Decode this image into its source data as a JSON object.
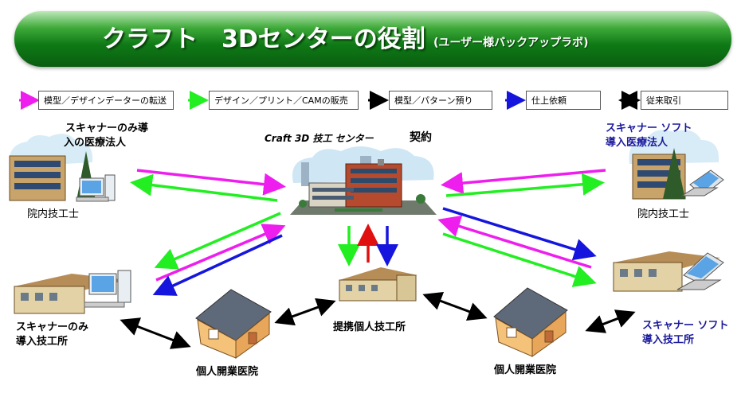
{
  "banner": {
    "title": "クラフト　3Dセンターの役割",
    "subtitle": "(ユーザー様バックアップラボ)"
  },
  "legend": [
    {
      "label": "模型／デザインデーターの転送",
      "color": "#ee1eee"
    },
    {
      "label": "デザイン／プリント／CAMの販売",
      "color": "#22ee22"
    },
    {
      "label": "模型／パターン預り",
      "color": "#000000"
    },
    {
      "label": "仕上依頼",
      "color": "#1515dd"
    },
    {
      "label": "従来取引",
      "color": "#000000"
    }
  ],
  "center": {
    "name": "Craft 3D 技工 センター",
    "contract": "契約"
  },
  "nodes": {
    "left_hospital": {
      "line1": "スキャナーのみ導",
      "line2": "入の医療法人",
      "sub": "院内技工士"
    },
    "right_hospital": {
      "line1": "スキャナー ソフト",
      "line2": "導入医療法人",
      "sub": "院内技工士"
    },
    "left_lab": {
      "line1": "スキャナーのみ",
      "line2": "導入技工所"
    },
    "right_lab": {
      "line1": "スキャナー ソフト",
      "line2": "導入技工所"
    },
    "partner_lab": {
      "label": "提携個人技工所"
    },
    "clinic_left": {
      "label": "個人開業医院"
    },
    "clinic_right": {
      "label": "個人開業医院"
    }
  },
  "colors": {
    "magenta": "#ee1eee",
    "green": "#22ee22",
    "blue": "#1515dd",
    "red": "#e01010",
    "black": "#000000",
    "banner": "#0f7a16"
  }
}
